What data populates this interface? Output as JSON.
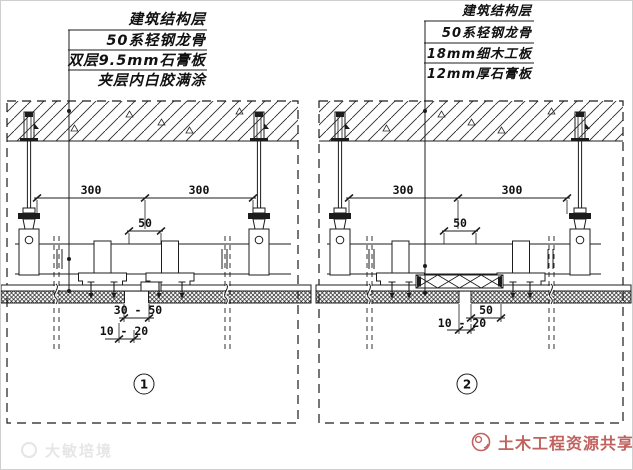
{
  "callouts_left": {
    "items": [
      "建筑结构层",
      "50系轻钢龙骨",
      "双层9.5mm石膏板",
      "夹层内白胶满涂"
    ]
  },
  "callouts_right": {
    "items": [
      "建筑结构层",
      "50系轻钢龙骨",
      "18mm细木工板",
      "12mm厚石膏板"
    ]
  },
  "detail1": {
    "dim_left_spacing": "300",
    "dim_right_spacing": "300",
    "dim_channel_width": "50",
    "dim_joint_gap": "30 - 50",
    "dim_layer_offset": "10 - 20",
    "number": "1"
  },
  "detail2": {
    "dim_left_spacing": "300",
    "dim_right_spacing": "300",
    "dim_channel_width": "50",
    "dim_board_edge": "50",
    "dim_joint_gap": "10 - 20",
    "number": "2"
  },
  "watermark": {
    "text": "大敏培境"
  },
  "brand": {
    "text": "土木工程资源共享",
    "color": "#c2625f"
  }
}
